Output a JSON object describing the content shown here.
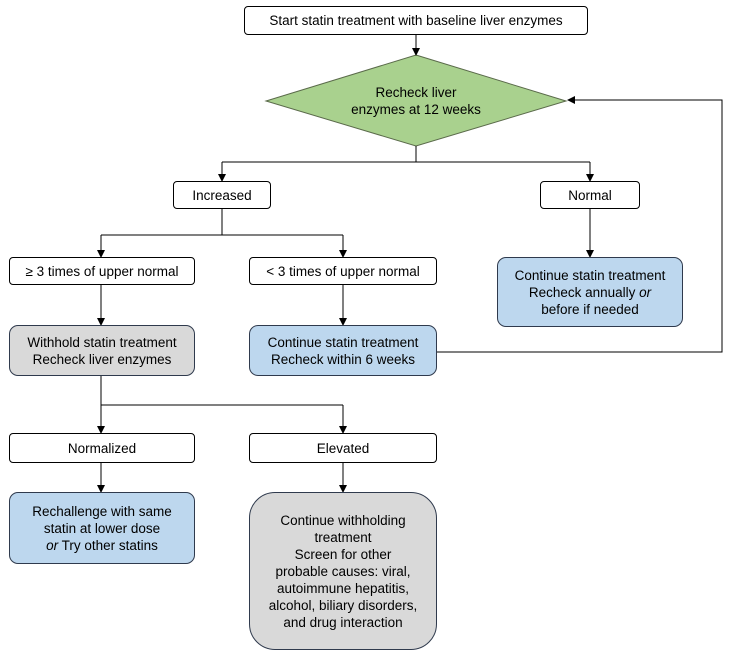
{
  "start": "Start statin treatment with baseline liver enzymes",
  "recheck": {
    "line1": "Recheck liver",
    "line2": "enzymes at 12 weeks"
  },
  "increased": "Increased",
  "normal": "Normal",
  "high": "≥ 3 times of upper normal",
  "low": "< 3 times of upper normal",
  "continue_normal": {
    "line1": "Continue statin treatment",
    "line2_pre": "Recheck annually ",
    "line2_em": "or",
    "line3": "before if needed"
  },
  "withhold": {
    "line1": "Withhold statin treatment",
    "line2": "Recheck liver enzymes"
  },
  "continue_low": {
    "line1": "Continue statin treatment",
    "line2": "Recheck within 6 weeks"
  },
  "normalized": "Normalized",
  "elevated": "Elevated",
  "rechallenge": {
    "line1": "Rechallenge with same",
    "line2": "statin at lower dose",
    "line3_em": "or",
    "line3_post": " Try other statins"
  },
  "elevated_action": {
    "line1": "Continue withholding",
    "line2": "treatment",
    "line3": "Screen for other",
    "line4": "probable causes: viral,",
    "line5": "autoimmune hepatitis,",
    "line6": "alcohol, biliary disorders,",
    "line7": "and drug interaction"
  },
  "colors": {
    "diamond": "#a9d18e",
    "blue_box": "#bdd7ee",
    "gray_box": "#d9d9d9"
  }
}
